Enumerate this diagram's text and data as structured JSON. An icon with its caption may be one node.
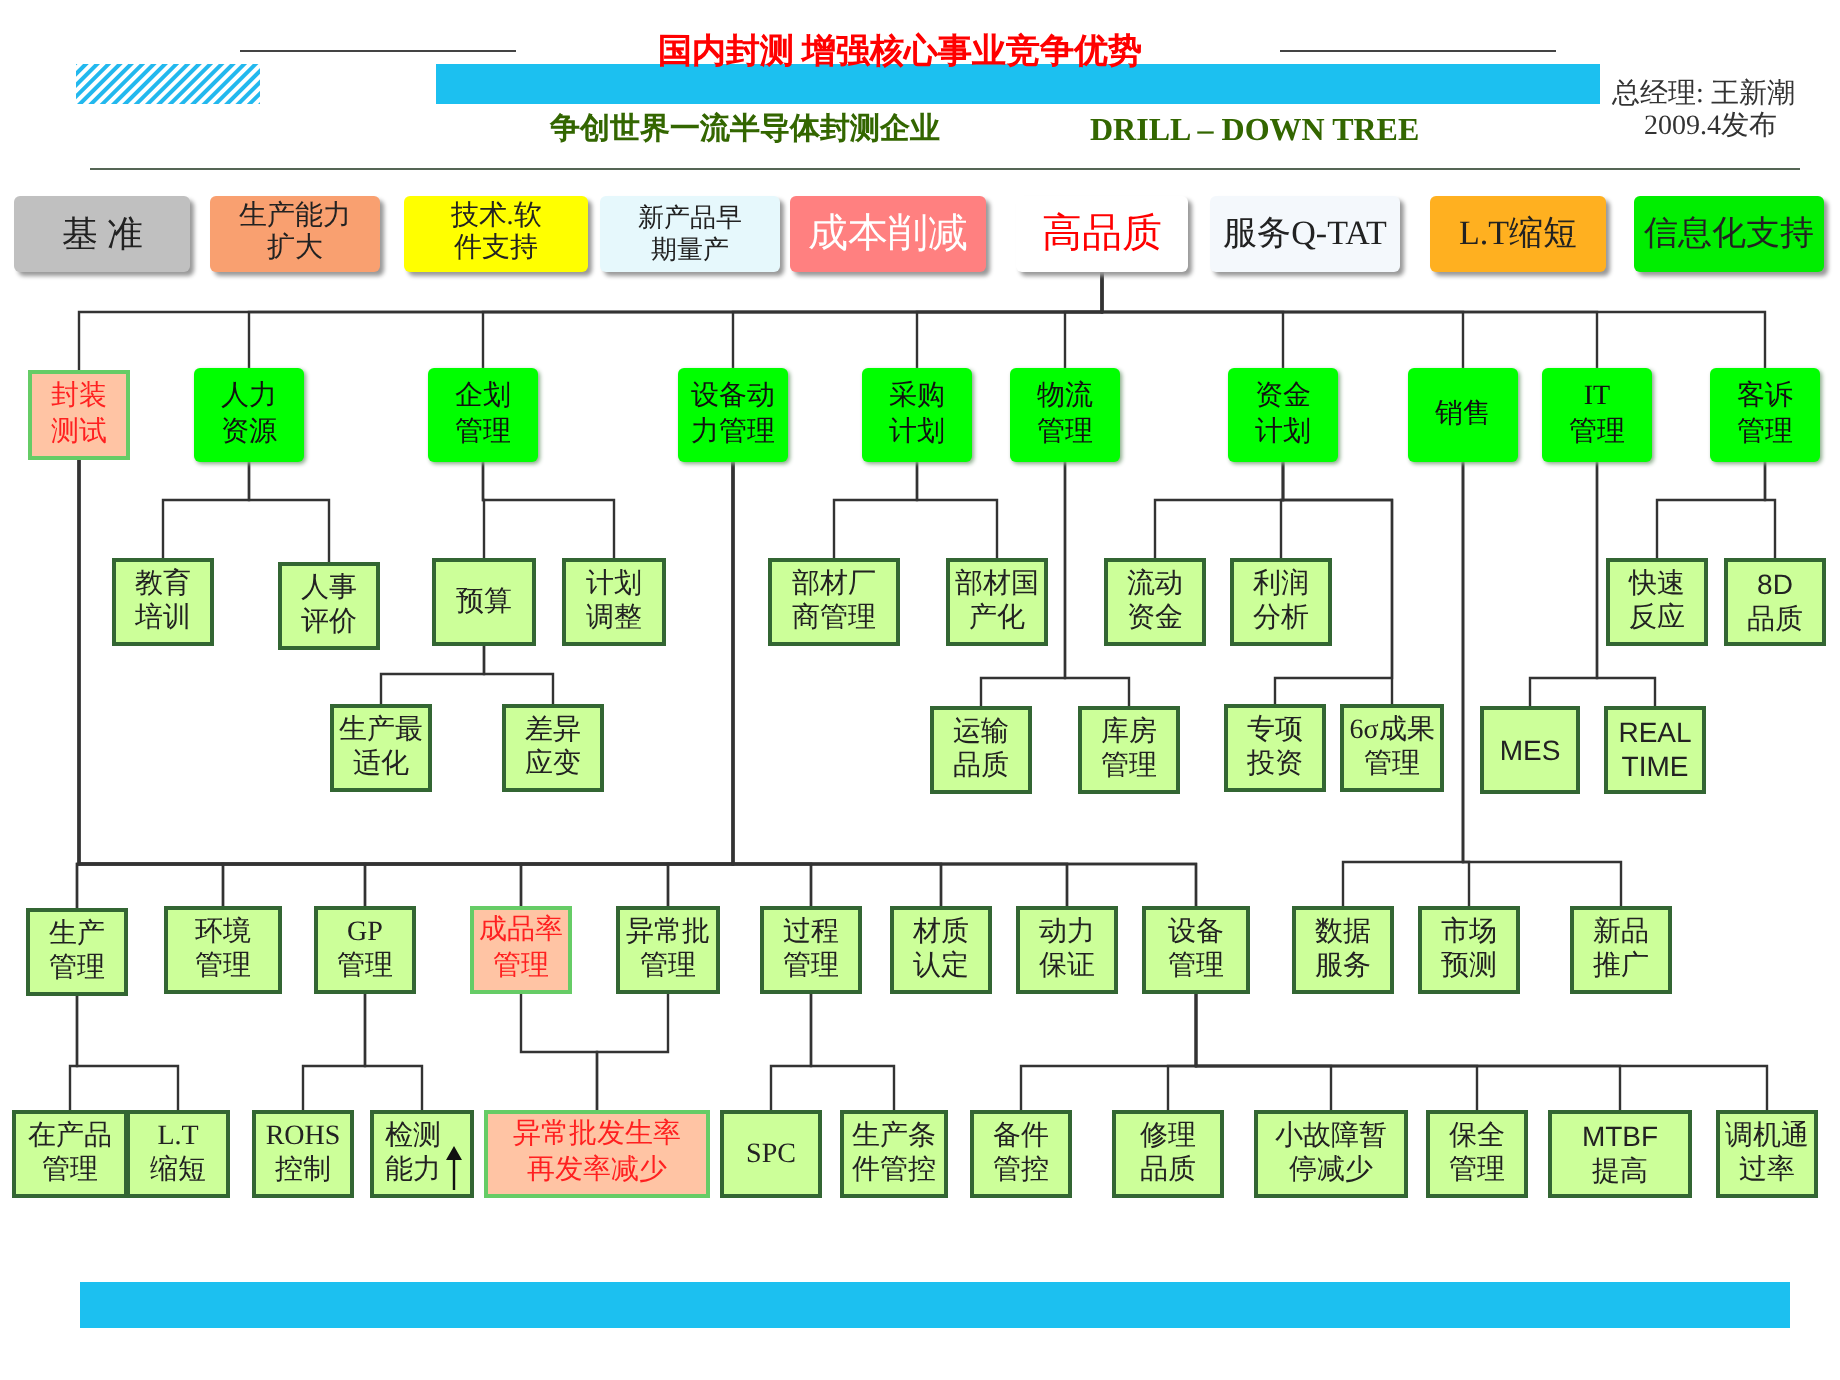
{
  "diagram": {
    "title": "国内封测 增强核心事业竞争优势",
    "nodes": [
      {
        "text": [
          "基 准"
        ]
      },
      {
        "text": [
          "生产能力扩大"
        ]
      },
      {
        "text": [
          "技术.软件支持"
        ]
      },
      {
        "text": [
          "新产品早期量产"
        ]
      },
      {
        "text": [
          "成本削减"
        ]
      },
      {
        "text": [
          "高品质"
        ]
      },
      {
        "text": [
          "服务Q-TAT"
        ]
      },
      {
        "text": [
          "L.T缩短"
        ]
      },
      {
        "text": [
          "信息化支持"
        ]
      },
      {
        "text": [
          "封装测试"
        ]
      },
      {
        "text": [
          "人力资源"
        ]
      },
      {
        "text": [
          "企划管理"
        ]
      },
      {
        "text": [
          "设备动力管理"
        ]
      },
      {
        "text": [
          "采购计划"
        ]
      },
      {
        "text": [
          "物流管理"
        ]
      },
      {
        "text": [
          "资金计划"
        ]
      },
      {
        "text": [
          "销售"
        ]
      },
      {
        "text": [
          "IT 管理"
        ]
      },
      {
        "text": [
          "客诉管理"
        ]
      },
      {
        "text": [
          "教育培训"
        ]
      },
      {
        "text": [
          "人事评价"
        ]
      },
      {
        "text": [
          "预算"
        ]
      },
      {
        "text": [
          "计划调整"
        ]
      },
      {
        "text": [
          "部材厂商管理"
        ]
      },
      {
        "text": [
          "部材国产化"
        ]
      },
      {
        "text": [
          "流动资金"
        ]
      },
      {
        "text": [
          "利润分析"
        ]
      },
      {
        "text": [
          "快速反应"
        ]
      },
      {
        "text": [
          "8D 品质"
        ]
      },
      {
        "text": [
          "生产最适化"
        ]
      },
      {
        "text": [
          "差异应变"
        ]
      },
      {
        "text": [
          "运输品质"
        ]
      },
      {
        "text": [
          "库房管理"
        ]
      },
      {
        "text": [
          "专项投资"
        ]
      },
      {
        "text": [
          "6σ成果管理"
        ]
      },
      {
        "text": [
          "MES"
        ]
      },
      {
        "text": [
          "REAL TIME"
        ]
      },
      {
        "text": [
          "生产管理"
        ]
      },
      {
        "text": [
          "环境管理"
        ]
      },
      {
        "text": [
          "GP 管理"
        ]
      },
      {
        "text": [
          "成品率管理"
        ]
      },
      {
        "text": [
          "异常批管理"
        ]
      },
      {
        "text": [
          "过程管理"
        ]
      },
      {
        "text": [
          "材质认定"
        ]
      },
      {
        "text": [
          "动力保证"
        ]
      },
      {
        "text": [
          "设备管理"
        ]
      },
      {
        "text": [
          "数据服务"
        ]
      },
      {
        "text": [
          "市场预测"
        ]
      },
      {
        "text": [
          "新品推广"
        ]
      },
      {
        "text": [
          "在产品管理"
        ]
      },
      {
        "text": [
          "L.T 缩短"
        ]
      },
      {
        "text": [
          "ROHS 控制"
        ]
      },
      {
        "text": [
          "检测能力"
        ]
      },
      {
        "text": [
          "异常批发生率再发率减少"
        ]
      },
      {
        "text": [
          "SPC"
        ]
      },
      {
        "text": [
          "生产条件管控"
        ]
      },
      {
        "text": [
          "备件管控"
        ]
      },
      {
        "text": [
          "修理品质"
        ]
      },
      {
        "text": [
          "小故障暂停减少"
        ]
      },
      {
        "text": [
          "保全管理"
        ]
      },
      {
        "text": [
          "MTBF 提高"
        ]
      },
      {
        "text": [
          "调机通过率"
        ]
      }
    ],
    "edges": [
      {
        "from": 5,
        "to": 9,
        "arrow": "none"
      },
      {
        "from": 5,
        "to": 10,
        "arrow": "none"
      },
      {
        "from": 5,
        "to": 11,
        "arrow": "none"
      },
      {
        "from": 5,
        "to": 12,
        "arrow": "none"
      },
      {
        "from": 5,
        "to": 13,
        "arrow": "none"
      },
      {
        "from": 5,
        "to": 14,
        "arrow": "none"
      },
      {
        "from": 5,
        "to": 15,
        "arrow": "none"
      },
      {
        "from": 5,
        "to": 16,
        "arrow": "none"
      },
      {
        "from": 5,
        "to": 17,
        "arrow": "none"
      },
      {
        "from": 5,
        "to": 18,
        "arrow": "none"
      },
      {
        "from": 10,
        "to": 19,
        "arrow": "none"
      },
      {
        "from": 10,
        "to": 20,
        "arrow": "none"
      },
      {
        "from": 11,
        "to": 21,
        "arrow": "none"
      },
      {
        "from": 11,
        "to": 22,
        "arrow": "none"
      },
      {
        "from": 13,
        "to": 23,
        "arrow": "none"
      },
      {
        "from": 13,
        "to": 24,
        "arrow": "none"
      },
      {
        "from": 15,
        "to": 25,
        "arrow": "none"
      },
      {
        "from": 15,
        "to": 26,
        "arrow": "none"
      },
      {
        "from": 15,
        "to": 33,
        "arrow": "none"
      },
      {
        "from": 15,
        "to": 34,
        "arrow": "none"
      },
      {
        "from": 18,
        "to": 27,
        "arrow": "none"
      },
      {
        "from": 18,
        "to": 28,
        "arrow": "none"
      },
      {
        "from": 21,
        "to": 29,
        "arrow": "none"
      },
      {
        "from": 21,
        "to": 30,
        "arrow": "none"
      },
      {
        "from": 14,
        "to": 31,
        "arrow": "none"
      },
      {
        "from": 14,
        "to": 32,
        "arrow": "none"
      },
      {
        "from": 17,
        "to": 35,
        "arrow": "none"
      },
      {
        "from": 17,
        "to": 36,
        "arrow": "none"
      },
      {
        "from": 9,
        "to": 37,
        "arrow": "none"
      },
      {
        "from": 9,
        "to": 38,
        "arrow": "none"
      },
      {
        "from": 9,
        "to": 39,
        "arrow": "none"
      },
      {
        "from": 9,
        "to": 40,
        "arrow": "none"
      },
      {
        "from": 9,
        "to": 41,
        "arrow": "none"
      },
      {
        "from": 9,
        "to": 42,
        "arrow": "none"
      },
      {
        "from": 9,
        "to": 43,
        "arrow": "none"
      },
      {
        "from": 9,
        "to": 44,
        "arrow": "none"
      },
      {
        "from": 9,
        "to": 45,
        "arrow": "none"
      },
      {
        "from": 12,
        "to": 37,
        "arrow": "none"
      },
      {
        "from": 12,
        "to": 38,
        "arrow": "none"
      },
      {
        "from": 12,
        "to": 39,
        "arrow": "none"
      },
      {
        "from": 12,
        "to": 40,
        "arrow": "none"
      },
      {
        "from": 12,
        "to": 41,
        "arrow": "none"
      },
      {
        "from": 12,
        "to": 42,
        "arrow": "none"
      },
      {
        "from": 12,
        "to": 43,
        "arrow": "none"
      },
      {
        "from": 12,
        "to": 44,
        "arrow": "none"
      },
      {
        "from": 12,
        "to": 45,
        "arrow": "none"
      },
      {
        "from": 16,
        "to": 46,
        "arrow": "none"
      },
      {
        "from": 16,
        "to": 47,
        "arrow": "none"
      },
      {
        "from": 16,
        "to": 48,
        "arrow": "none"
      },
      {
        "from": 37,
        "to": 49,
        "arrow": "none"
      },
      {
        "from": 37,
        "to": 50,
        "arrow": "none"
      },
      {
        "from": 39,
        "to": 51,
        "arrow": "none"
      },
      {
        "from": 39,
        "to": 52,
        "arrow": "none"
      },
      {
        "from": 40,
        "to": 53,
        "arrow": "none"
      },
      {
        "from": 41,
        "to": 53,
        "arrow": "none"
      },
      {
        "from": 42,
        "to": 54,
        "arrow": "none"
      },
      {
        "from": 42,
        "to": 55,
        "arrow": "none"
      },
      {
        "from": 45,
        "to": 56,
        "arrow": "none"
      },
      {
        "from": 45,
        "to": 57,
        "arrow": "none"
      },
      {
        "from": 45,
        "to": 58,
        "arrow": "none"
      },
      {
        "from": 45,
        "to": 59,
        "arrow": "none"
      },
      {
        "from": 45,
        "to": 60,
        "arrow": "none"
      },
      {
        "from": 45,
        "to": 61,
        "arrow": "none"
      }
    ],
    "labels": [
      "总经理: 王新潮",
      "争创世界一流半导体封测企业",
      "DRILL – DOWN TREE",
      "2009.4发布"
    ]
  }
}
